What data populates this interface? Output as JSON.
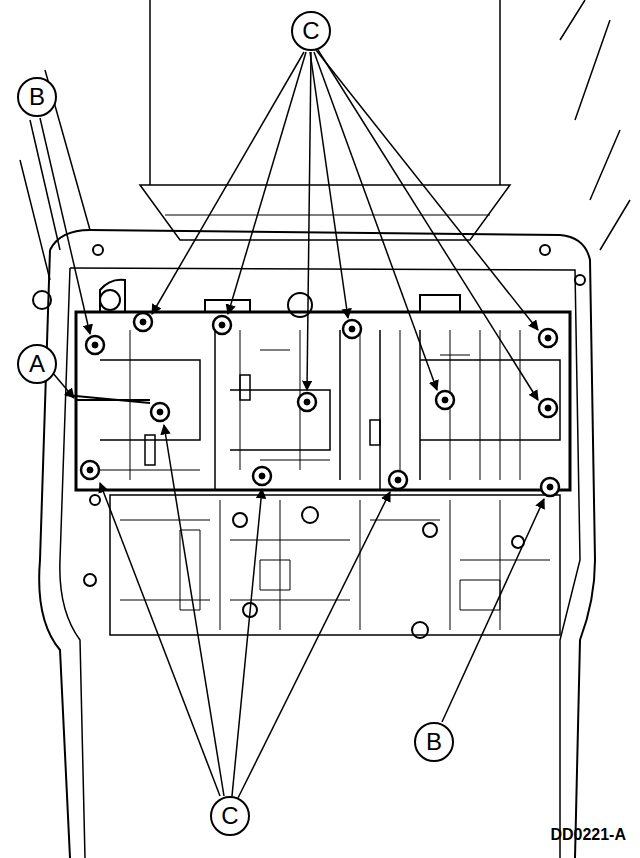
{
  "diagram": {
    "nodes": [
      {
        "text": [
          "C"
        ]
      },
      {
        "text": [
          "B"
        ]
      },
      {
        "text": [
          "A"
        ]
      },
      {
        "text": [
          "B"
        ]
      },
      {
        "text": [
          "C"
        ]
      }
    ],
    "labels": [
      "DD0221-A"
    ]
  }
}
